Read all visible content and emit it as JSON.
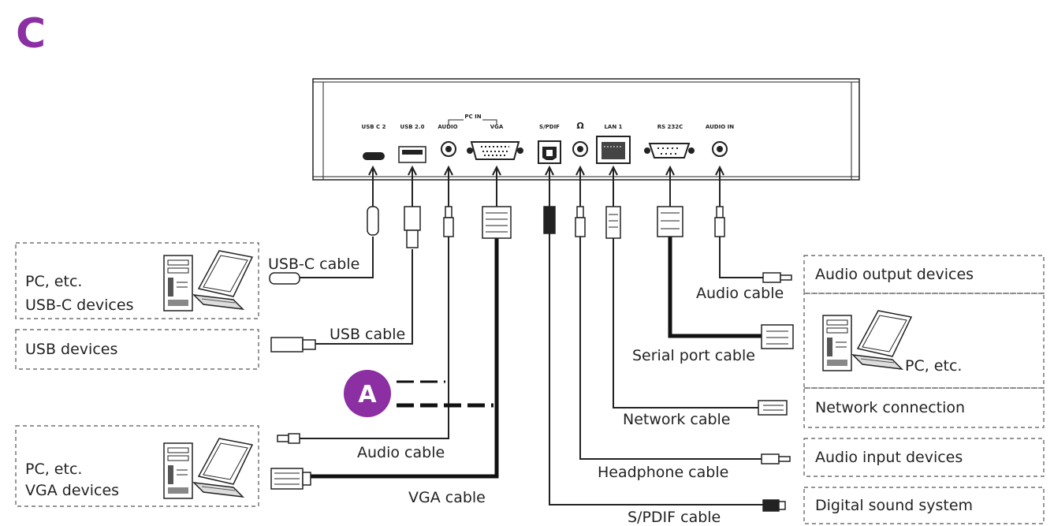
{
  "section_letter": "C",
  "accent_color": "#8b2fa3",
  "marker": "A",
  "ports": {
    "usbc": "USB C 2",
    "usb": "USB 2.0",
    "pcin": "PC IN",
    "audio": "AUDIO",
    "vga": "VGA",
    "spdif": "S/PDIF",
    "headphone": "Ω",
    "lan": "LAN 1",
    "rs232": "RS 232C",
    "audioin": "AUDIO IN"
  },
  "cables": {
    "usbc": "USB-C cable",
    "usb": "USB cable",
    "audio_pc": "Audio cable",
    "vga": "VGA cable",
    "spdif": "S/PDIF cable",
    "headphone": "Headphone cable",
    "network": "Network cable",
    "serial": "Serial port cable",
    "audio_in": "Audio cable"
  },
  "left_devices": {
    "box1_line1": "PC, etc.",
    "box1_line2": "USB-C devices",
    "box2": "USB devices",
    "box3_line1": "PC, etc.",
    "box3_line2": "VGA devices"
  },
  "right_devices": {
    "audio_output": "Audio output devices",
    "pc": "PC, etc.",
    "network": "Network connection",
    "audio_input": "Audio input devices",
    "digital_sound": "Digital sound system"
  }
}
